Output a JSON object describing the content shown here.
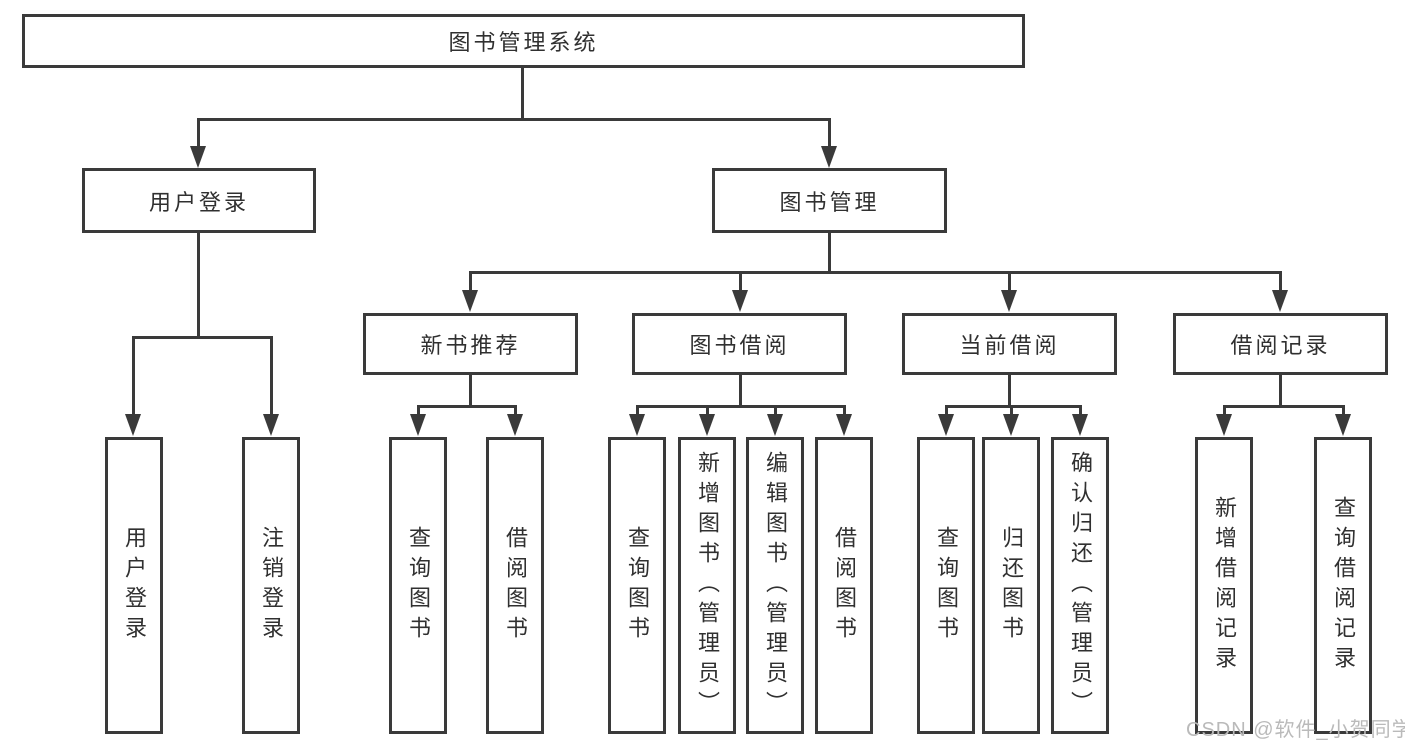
{
  "title": {
    "label": "图书管理系统"
  },
  "user_login": {
    "label": "用户登录",
    "children": {
      "login": "用户登录",
      "logout": "注销登录"
    }
  },
  "book_management": {
    "label": "图书管理"
  },
  "modules": {
    "new_books": {
      "label": "新书推荐",
      "children": {
        "query": "查询图书",
        "borrow": "借阅图书"
      }
    },
    "borrowing": {
      "label": "图书借阅",
      "children": {
        "query": "查询图书",
        "add": "新增图书（管理员）",
        "edit": "编辑图书（管理员）",
        "borrow": "借阅图书"
      }
    },
    "current": {
      "label": "当前借阅",
      "children": {
        "query": "查询图书",
        "return": "归还图书",
        "confirm": "确认归还（管理员）"
      }
    },
    "records": {
      "label": "借阅记录",
      "children": {
        "add": "新增借阅记录",
        "query": "查询借阅记录"
      }
    }
  },
  "watermark": {
    "text": "CSDN @软件_小贺同学"
  },
  "colors": {
    "line": "#3a3a3a",
    "text": "#303030",
    "watermark": "#bababa",
    "background": "#ffffff"
  }
}
